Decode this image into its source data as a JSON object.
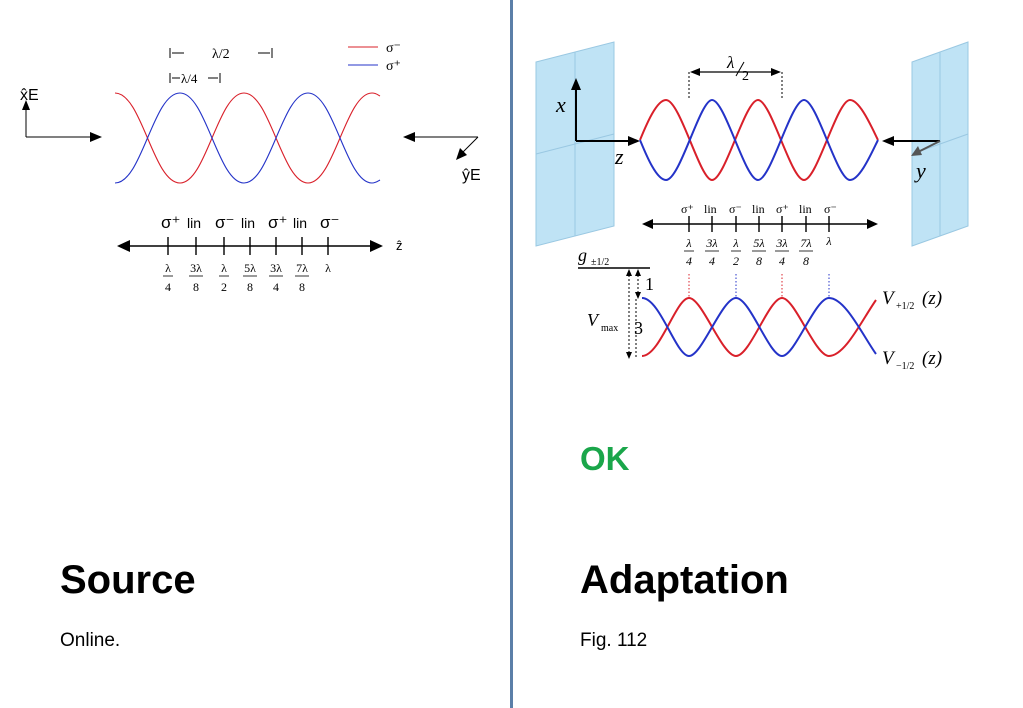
{
  "left": {
    "heading": "Source",
    "caption": "Online.",
    "figure": {
      "legend": {
        "red_label": "σ⁻",
        "blue_label": "σ⁺"
      },
      "span_half": "λ/2",
      "span_quarter": "λ/4",
      "x_axis_label": "x̂E",
      "y_axis_label": "ŷE",
      "z_axis_label": "ẑ",
      "polarization_sequence": [
        "σ⁺",
        "lin",
        "σ⁻",
        "lin",
        "σ⁺",
        "lin",
        "σ⁻"
      ],
      "tick_labels": [
        {
          "num": "λ",
          "den": "4"
        },
        {
          "num": "3λ",
          "den": "8"
        },
        {
          "num": "λ",
          "den": "2"
        },
        {
          "num": "5λ",
          "den": "8"
        },
        {
          "num": "3λ",
          "den": "4"
        },
        {
          "num": "7λ",
          "den": "8"
        },
        {
          "num": "λ",
          "den": ""
        }
      ]
    }
  },
  "right": {
    "status": "OK",
    "heading": "Adaptation",
    "caption": "Fig. 112",
    "figure": {
      "axis_x": "x",
      "axis_z": "z",
      "axis_y": "y",
      "span_half": {
        "num": "λ",
        "den": "2"
      },
      "polarization_sequence": [
        "σ⁺",
        "lin",
        "σ⁻",
        "lin",
        "σ⁺",
        "lin",
        "σ⁻"
      ],
      "tick_labels": [
        {
          "num": "λ",
          "den": "4"
        },
        {
          "num": "3λ",
          "den": "4"
        },
        {
          "num": "λ",
          "den": "2"
        },
        {
          "num": "5λ",
          "den": "8"
        },
        {
          "num": "3λ",
          "den": "4"
        },
        {
          "num": "7λ",
          "den": "8"
        },
        {
          "num": "λ",
          "den": ""
        }
      ],
      "g_label": {
        "main": "g",
        "sub": "±1/2"
      },
      "vmax_label": {
        "main": "V",
        "sub": "max"
      },
      "level_one": "1",
      "level_three": "3",
      "v_plus": {
        "main": "V",
        "sub": "+1/2",
        "arg": "(z)"
      },
      "v_minus": {
        "main": "V",
        "sub": "−1/2",
        "arg": "(z)"
      }
    }
  },
  "colors": {
    "red": "#d9202a",
    "blue": "#2433c8",
    "mirror": "#bfe3f5",
    "divider": "#5b7fa8",
    "ok": "#1aa64a"
  }
}
